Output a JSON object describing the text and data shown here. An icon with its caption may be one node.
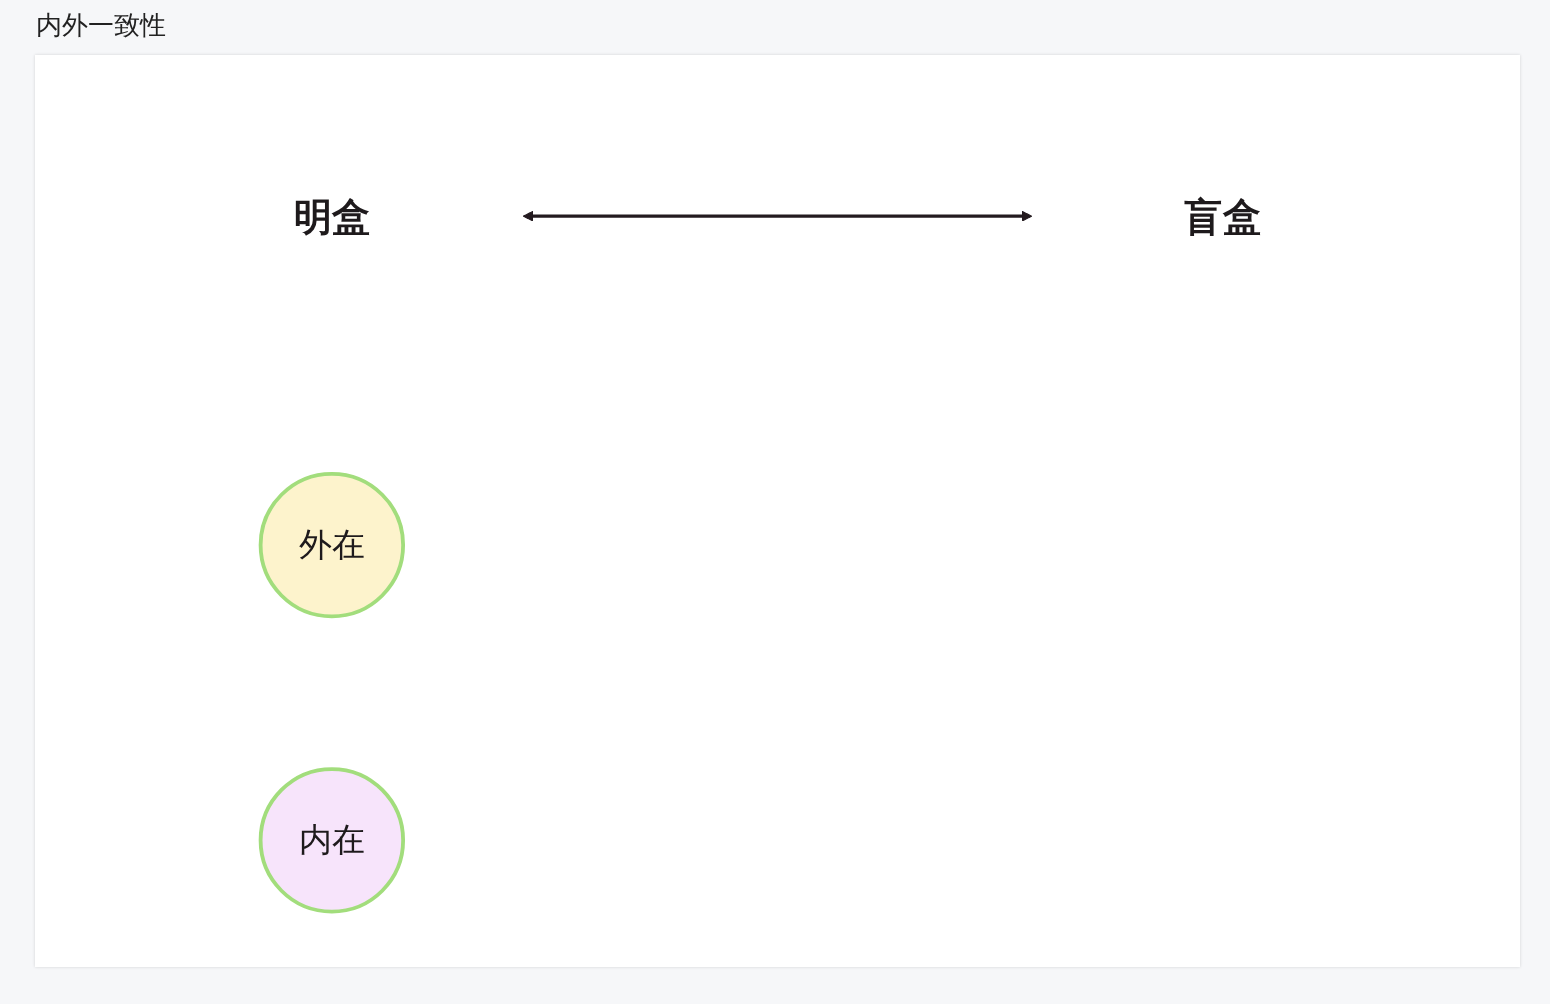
{
  "diagram": {
    "title": "内外一致性",
    "nodes": [
      {
        "text": [
          "明盒"
        ]
      },
      {
        "text": [
          "盲盒"
        ]
      },
      {
        "text": [
          "外在"
        ]
      },
      {
        "text": [
          "内在"
        ]
      }
    ],
    "edges": [
      {
        "from": 0,
        "to": 1,
        "arrow": "both"
      }
    ]
  }
}
